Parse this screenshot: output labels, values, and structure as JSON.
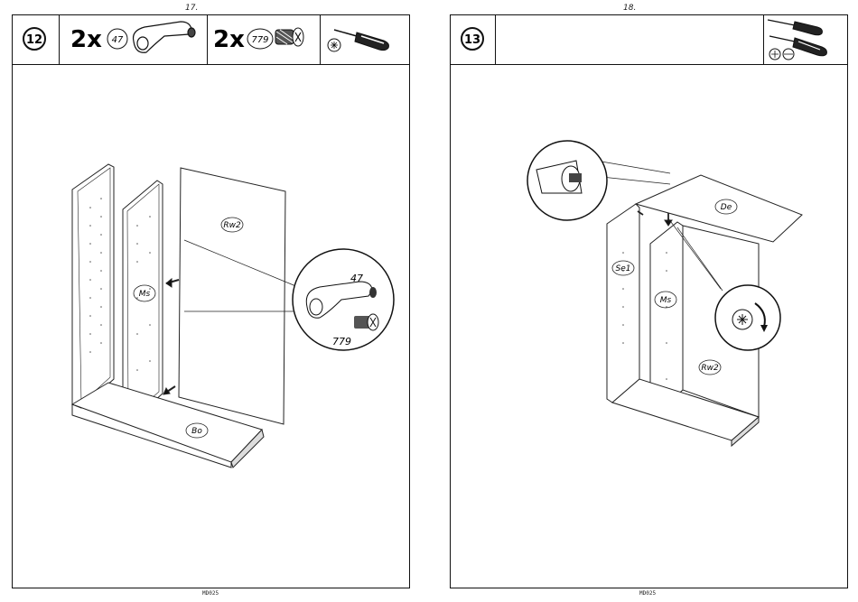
{
  "pages": [
    {
      "page_number": "17.",
      "step": "12",
      "parts": [
        {
          "qty": "2x",
          "part_no": "47"
        },
        {
          "qty": "2x",
          "part_no": "779"
        }
      ],
      "tools": [
        "screwdriver-icon"
      ],
      "labels": {
        "back_wall": "Rw2",
        "middle": "Ms",
        "bottom": "Bo",
        "callout_top": "47",
        "callout_bottom": "779"
      },
      "code": "MD025"
    },
    {
      "page_number": "18.",
      "step": "13",
      "tools": [
        "screwdriver-icon",
        "screwdriver-icon"
      ],
      "labels": {
        "top": "De",
        "side": "Se1",
        "middle": "Ms",
        "back_wall": "Rw2"
      },
      "code": "MD025"
    }
  ]
}
